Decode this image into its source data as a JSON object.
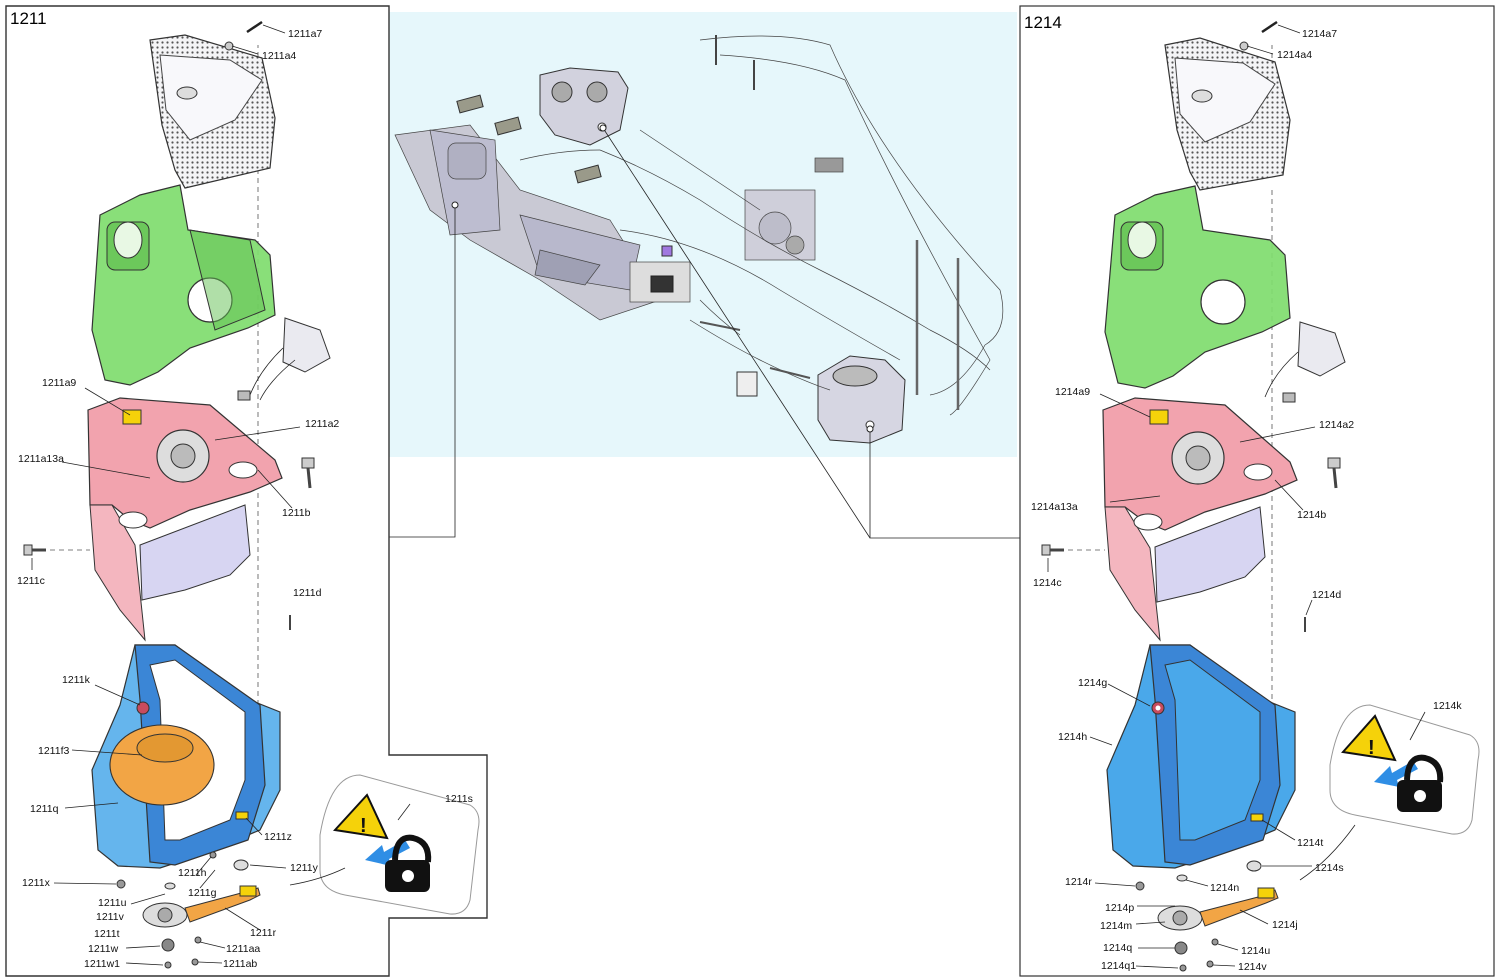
{
  "panels": {
    "left": {
      "title": "1211",
      "labels": {
        "a7": "1211a7",
        "a4": "1211a4",
        "a9": "1211a9",
        "a2": "1211a2",
        "a13a": "1211a13a",
        "b": "1211b",
        "c": "1211c",
        "d": "1211d",
        "k": "1211k",
        "f3": "1211f3",
        "q": "1211q",
        "z": "1211z",
        "s": "1211s",
        "y": "1211y",
        "h": "1211h",
        "x": "1211x",
        "g": "1211g",
        "u": "1211u",
        "v": "1211v",
        "t": "1211t",
        "r": "1211r",
        "w": "1211w",
        "aa": "1211aa",
        "w1": "1211w1",
        "ab": "1211ab"
      }
    },
    "right": {
      "title": "1214",
      "labels": {
        "a7": "1214a7",
        "a4": "1214a4",
        "a9": "1214a9",
        "a2": "1214a2",
        "a13a": "1214a13a",
        "b": "1214b",
        "c": "1214c",
        "d": "1214d",
        "g": "1214g",
        "k": "1214k",
        "h": "1214h",
        "t": "1214t",
        "s": "1214s",
        "r": "1214r",
        "n": "1214n",
        "p": "1214p",
        "j": "1214j",
        "m": "1214m",
        "q": "1214q",
        "u": "1214u",
        "q1": "1214q1",
        "v": "1214v"
      }
    }
  },
  "colors": {
    "overview_bg": "#e6f7fb",
    "cover_green": "#7fdc6e",
    "lid_red": "#f2a3ae",
    "frame_blue": "#3b86d6",
    "body_blue": "#4aa8ea",
    "tray_lavender": "#d7d5f2",
    "amber": "#f2a545",
    "warning_yellow": "#f5d20a",
    "arrow_blue": "#2f8ee5"
  },
  "icons": [
    "warning-triangle-icon",
    "padlock-icon",
    "arrow-icon"
  ]
}
